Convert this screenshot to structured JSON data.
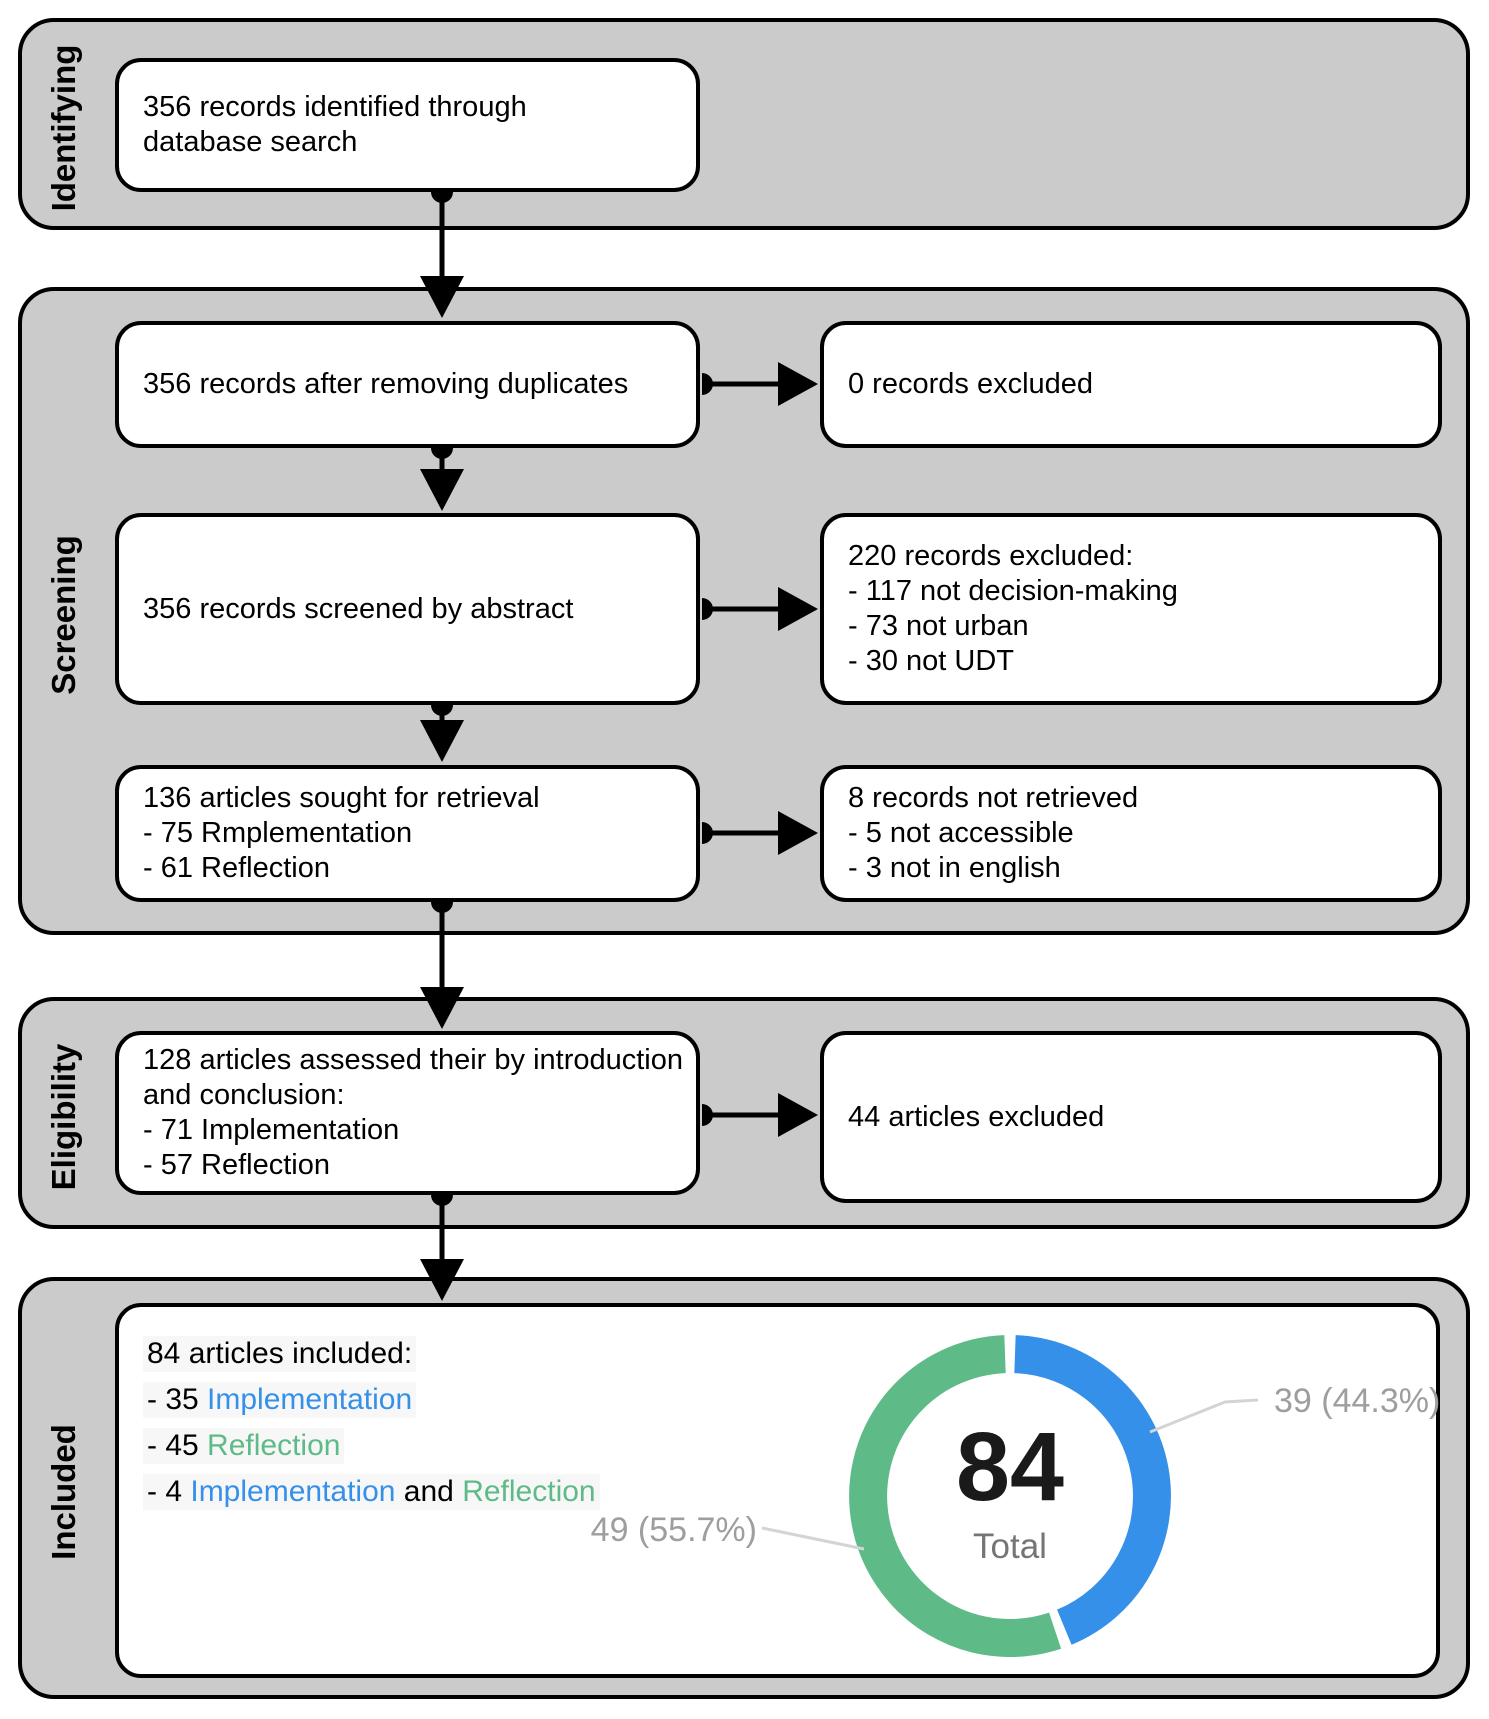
{
  "stages": [
    {
      "label": "Identifying"
    },
    {
      "label": "Screening"
    },
    {
      "label": "Eligibility"
    },
    {
      "label": "Included"
    }
  ],
  "flow_boxes": {
    "identified": {
      "lines": [
        "356 records identified through",
        "database search"
      ]
    },
    "duplicates": {
      "lines": [
        "356 records after removing duplicates"
      ]
    },
    "excluded0": {
      "lines": [
        "0 records excluded"
      ]
    },
    "screened": {
      "lines": [
        "356 records screened by abstract"
      ]
    },
    "excluded220": {
      "lines": [
        "220 records excluded:",
        "- 117 not decision-making",
        "- 73 not urban",
        "- 30 not UDT"
      ]
    },
    "sought": {
      "lines": [
        "136 articles sought for retrieval",
        "- 75 Rmplementation",
        "- 61 Reflection"
      ]
    },
    "notretrieved": {
      "lines": [
        "8 records not retrieved",
        "- 5 not accessible",
        "- 3 not in english"
      ]
    },
    "assessed": {
      "lines": [
        "128 articles assessed their by introduction",
        "and conclusion:",
        "- 71 Implementation",
        "- 57 Reflection"
      ]
    },
    "excluded44": {
      "lines": [
        "44 articles excluded"
      ]
    }
  },
  "included": {
    "title": "84 articles included:",
    "item1_prefix": "- 35 ",
    "item1_term": "Implementation",
    "item2_prefix": "- 45 ",
    "item2_term": "Reflection",
    "item3_prefix": "- 4 ",
    "item3_term1": "Implementation",
    "item3_mid": " and ",
    "item3_term2": "Reflection"
  },
  "chart_data": {
    "type": "pie",
    "variant": "donut",
    "center_value": "84",
    "center_label": "Total",
    "slices": [
      {
        "label": "Implementation",
        "value": 39,
        "percent": 44.3,
        "color": "#3490e8",
        "callout": "39 (44.3%)"
      },
      {
        "label": "Reflection",
        "value": 49,
        "percent": 55.7,
        "color": "#5eba86",
        "callout": "49 (55.7%)"
      }
    ]
  },
  "colors": {
    "blue": "#3490e8",
    "green": "#5eba86",
    "section_gray": "#cbcbcb",
    "callout_text": "#9e9e9e",
    "total_text": "#757575",
    "callout_line": "#d4d4d4"
  }
}
